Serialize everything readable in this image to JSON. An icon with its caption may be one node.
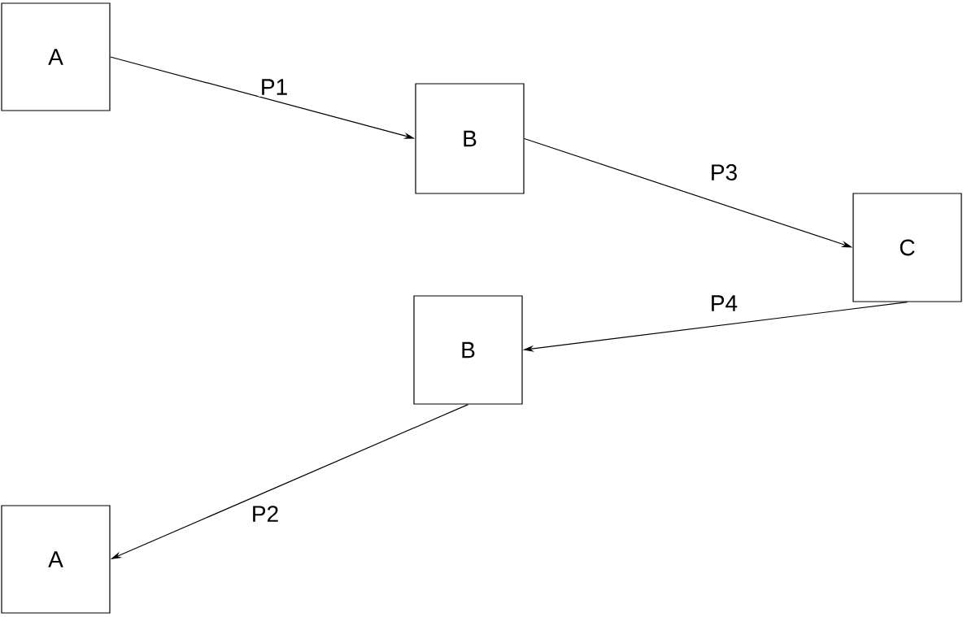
{
  "diagram": {
    "nodes": [
      {
        "text": [
          "A"
        ]
      },
      {
        "text": [
          "B"
        ]
      },
      {
        "text": [
          "C"
        ]
      },
      {
        "text": [
          "B"
        ]
      },
      {
        "text": [
          "A"
        ]
      }
    ],
    "edges": [
      {
        "from": 0,
        "to": 1,
        "arrow": "to",
        "label": "P1"
      },
      {
        "from": 1,
        "to": 2,
        "arrow": "to",
        "label": "P3"
      },
      {
        "from": 2,
        "to": 3,
        "arrow": "to",
        "label": "P4"
      },
      {
        "from": 3,
        "to": 4,
        "arrow": "to",
        "label": "P2"
      }
    ]
  }
}
